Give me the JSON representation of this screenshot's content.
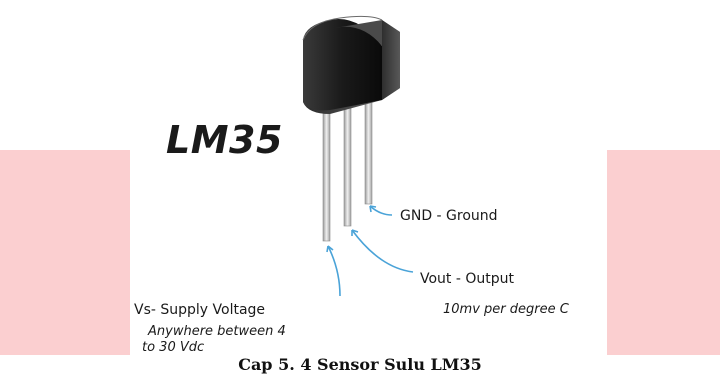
{
  "diagram": {
    "component_name": "LM35",
    "pins": [
      {
        "label": "GND - Ground",
        "note": ""
      },
      {
        "label": "Vout - Output",
        "note": "10mv per degree C"
      },
      {
        "label": "Vs- Supply Voltage",
        "note_line1": "Anywhere between 4",
        "note_line2": "to 30 Vdc"
      }
    ]
  },
  "caption": "Cap 5.  4 Sensor Sulu LM35",
  "colors": {
    "band": "#fbcfd0",
    "body_dark": "#151515",
    "pin": "#d8d8d8",
    "arrow": "#4aa3d8"
  }
}
